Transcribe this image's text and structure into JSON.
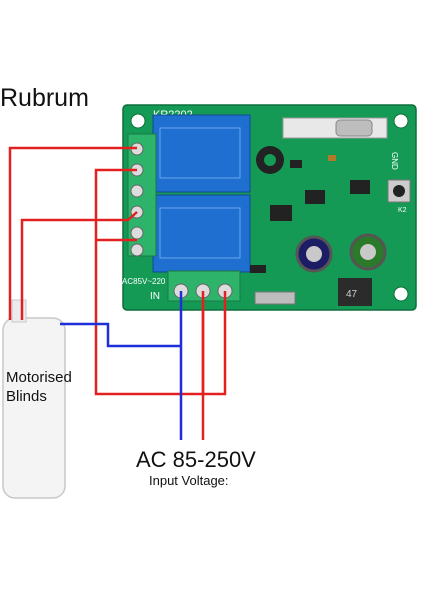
{
  "brand": "Rubrum",
  "board": {
    "model": "KR2202",
    "silk_ac": "AC85V~220",
    "silk_in": "IN",
    "silk_gnd": "GND",
    "silk_k2": "K2",
    "coil_code": "47"
  },
  "device_label_line1": "Motorised",
  "device_label_line2": "Blinds",
  "power": {
    "voltage": "AC 85-250V",
    "caption": "Input Voltage:"
  },
  "colors": {
    "pcb": "#149a55",
    "terminal": "#2db36a",
    "relay": "#1e6fd0",
    "wire_live": "#e32020",
    "wire_neutral": "#1d2fd8",
    "device": "#f4f4f4"
  }
}
